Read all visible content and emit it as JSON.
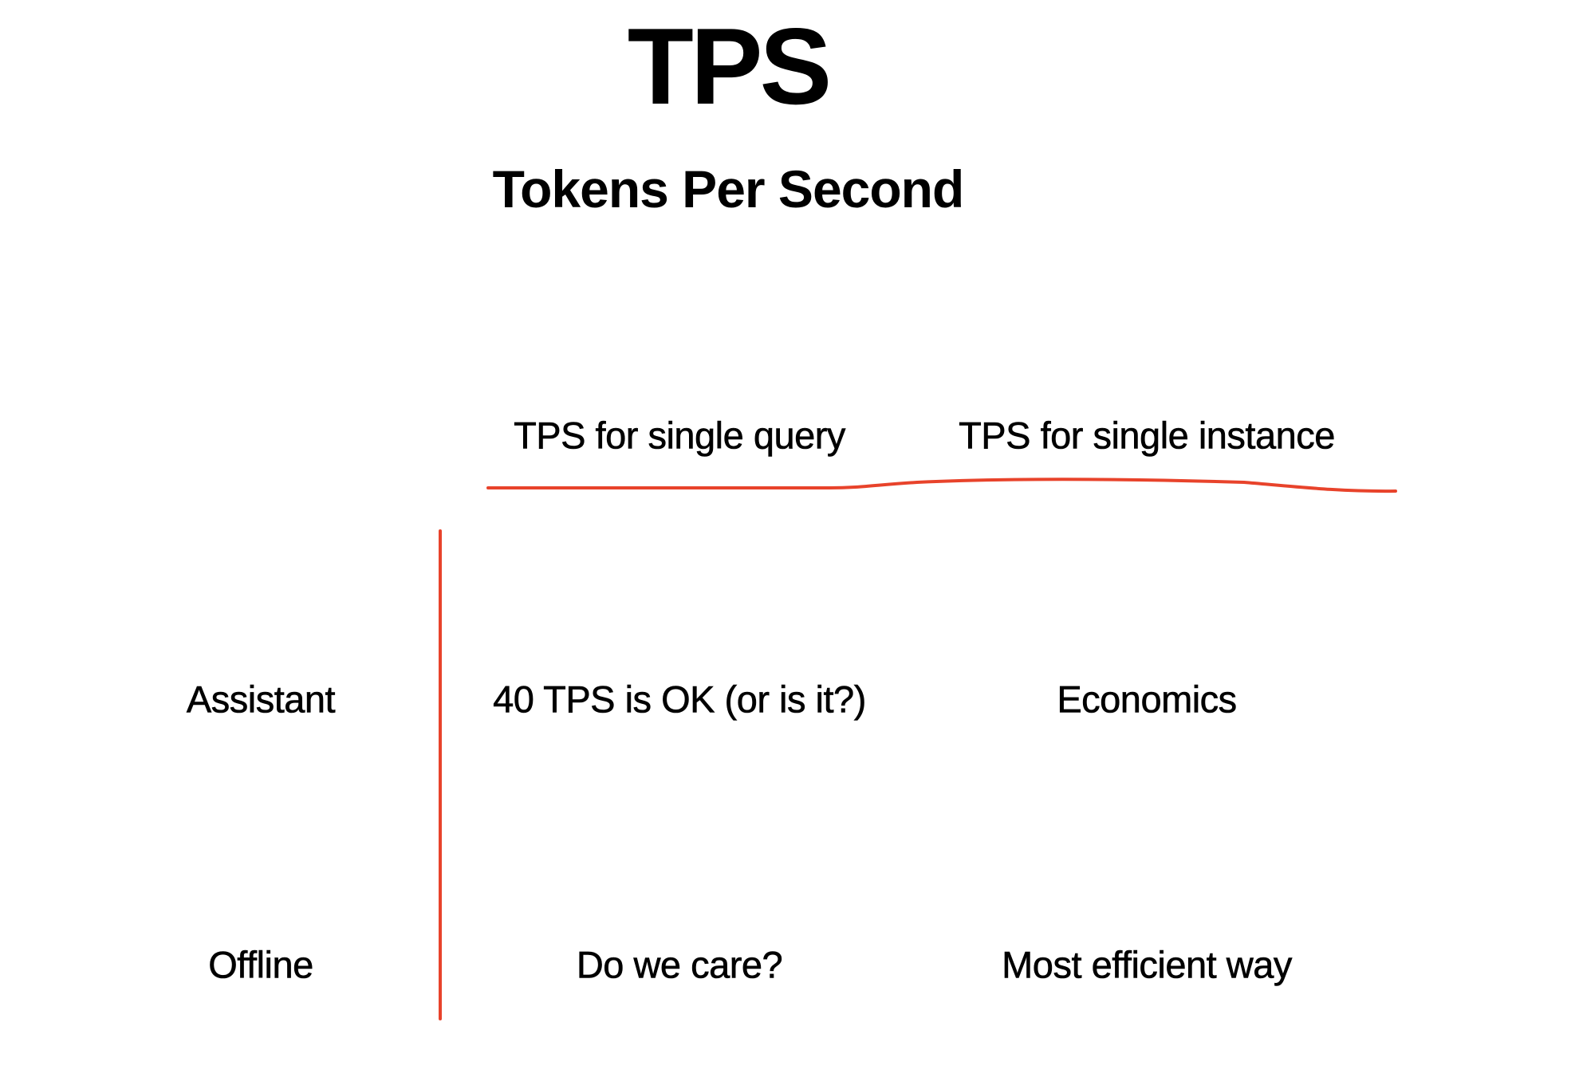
{
  "slide": {
    "title": "TPS",
    "subtitle": "Tokens Per Second",
    "columns": [
      "TPS for single query",
      "TPS for single instance"
    ],
    "rows": [
      {
        "label": "Assistant",
        "cells": [
          "40 TPS is OK (or is it?)",
          "Economics"
        ]
      },
      {
        "label": "Offline",
        "cells": [
          "Do we care?",
          "Most efficient way"
        ]
      }
    ],
    "colors": {
      "text": "#000000",
      "annotation_line": "#e8432b",
      "background": "#ffffff"
    }
  }
}
